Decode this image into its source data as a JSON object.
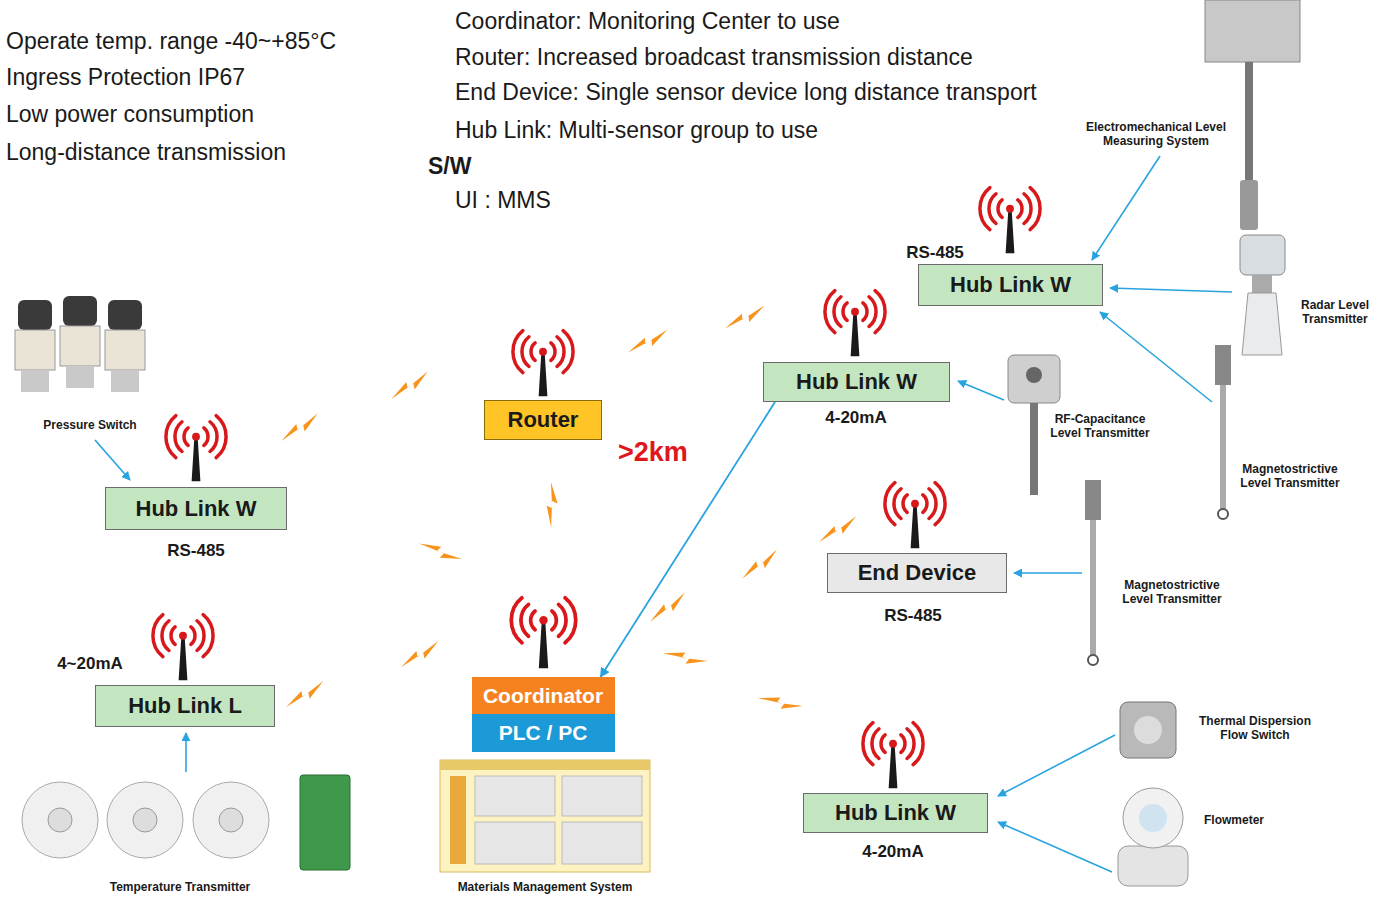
{
  "diagram": {
    "nodes": [
      {
        "text": [
          "Hub Link W"
        ]
      },
      {
        "text": [
          "Router"
        ]
      },
      {
        "text": [
          "Hub Link W"
        ]
      },
      {
        "text": [
          "Hub Link W"
        ]
      },
      {
        "text": [
          "End Device"
        ]
      },
      {
        "text": [
          "Coordinator"
        ]
      },
      {
        "text": [
          "PLC / PC"
        ]
      },
      {
        "text": [
          "Hub Link L"
        ]
      },
      {
        "text": [
          "Hub Link W"
        ]
      }
    ],
    "edges": [
      {
        "from": 2,
        "to": 5,
        "arrow": "to"
      }
    ],
    "labels": [
      "Operate temp. range -40~+85°C",
      "Ingress Protection IP67",
      "Low power consumption",
      "Long-distance transmission",
      "Coordinator: Monitoring Center to use",
      "Router: Increased broadcast transmission distance",
      "End Device: Single sensor device long distance transport",
      "Hub Link: Multi-sensor group to use",
      "S/W",
      "UI : MMS",
      "Electromechanical Level Measuring System",
      "RS-485",
      "Radar Level Transmitter",
      "4-20mA",
      "RF-Capacitance Level Transmitter",
      "Magnetostrictive Level Transmitter",
      "Pressure Switch",
      ">2km",
      "RS-485",
      "RS-485",
      "Magnetostrictive Level Transmitter",
      "4~20mA",
      "Thermal Dispersion Flow Switch",
      "4-20mA",
      "Flowmeter",
      "Temperature Transmitter",
      "Materials Management System"
    ]
  }
}
